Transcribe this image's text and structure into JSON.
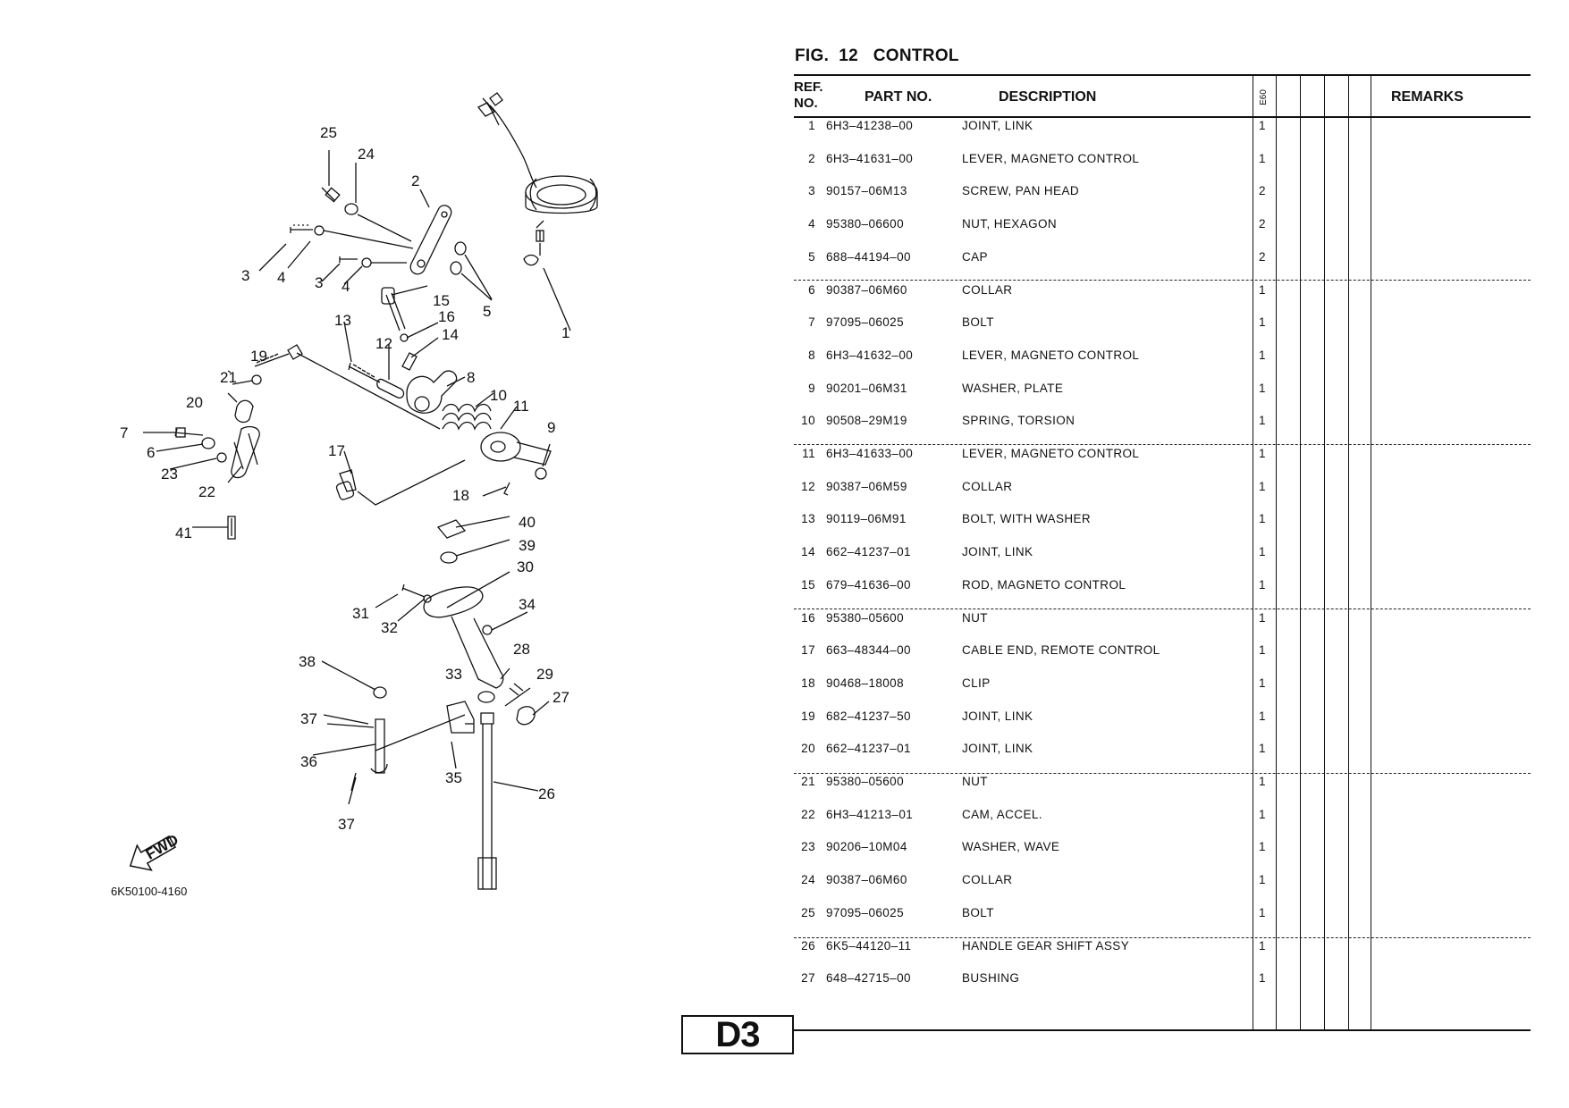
{
  "figure": {
    "label": "FIG.  12   CONTROL"
  },
  "table": {
    "headers": {
      "ref": "REF.\nNO.",
      "part_no": "PART NO.",
      "description": "DESCRIPTION",
      "model_col": "E60",
      "remarks": "REMARKS"
    },
    "rows": [
      {
        "ref": "1",
        "part_no": "6H3–41238–00",
        "description": "JOINT, LINK",
        "qty": "1"
      },
      {
        "ref": "2",
        "part_no": "6H3–41631–00",
        "description": "LEVER, MAGNETO CONTROL",
        "qty": "1"
      },
      {
        "ref": "3",
        "part_no": "90157–06M13",
        "description": "SCREW, PAN HEAD",
        "qty": "2"
      },
      {
        "ref": "4",
        "part_no": "95380–06600",
        "description": "NUT, HEXAGON",
        "qty": "2"
      },
      {
        "ref": "5",
        "part_no": "688–44194–00",
        "description": "CAP",
        "qty": "2"
      },
      {
        "ref": "6",
        "part_no": "90387–06M60",
        "description": "COLLAR",
        "qty": "1"
      },
      {
        "ref": "7",
        "part_no": "97095–06025",
        "description": "BOLT",
        "qty": "1"
      },
      {
        "ref": "8",
        "part_no": "6H3–41632–00",
        "description": "LEVER, MAGNETO CONTROL",
        "qty": "1"
      },
      {
        "ref": "9",
        "part_no": "90201–06M31",
        "description": "WASHER, PLATE",
        "qty": "1"
      },
      {
        "ref": "10",
        "part_no": "90508–29M19",
        "description": "SPRING, TORSION",
        "qty": "1"
      },
      {
        "ref": "11",
        "part_no": "6H3–41633–00",
        "description": "LEVER, MAGNETO CONTROL",
        "qty": "1"
      },
      {
        "ref": "12",
        "part_no": "90387–06M59",
        "description": "COLLAR",
        "qty": "1"
      },
      {
        "ref": "13",
        "part_no": "90119–06M91",
        "description": "BOLT, WITH WASHER",
        "qty": "1"
      },
      {
        "ref": "14",
        "part_no": "662–41237–01",
        "description": "JOINT, LINK",
        "qty": "1"
      },
      {
        "ref": "15",
        "part_no": "679–41636–00",
        "description": "ROD, MAGNETO CONTROL",
        "qty": "1"
      },
      {
        "ref": "16",
        "part_no": "95380–05600",
        "description": "NUT",
        "qty": "1"
      },
      {
        "ref": "17",
        "part_no": "663–48344–00",
        "description": "CABLE END, REMOTE CONTROL",
        "qty": "1"
      },
      {
        "ref": "18",
        "part_no": "90468–18008",
        "description": "CLIP",
        "qty": "1"
      },
      {
        "ref": "19",
        "part_no": "682–41237–50",
        "description": "JOINT, LINK",
        "qty": "1"
      },
      {
        "ref": "20",
        "part_no": "662–41237–01",
        "description": "JOINT, LINK",
        "qty": "1"
      },
      {
        "ref": "21",
        "part_no": "95380–05600",
        "description": "NUT",
        "qty": "1"
      },
      {
        "ref": "22",
        "part_no": "6H3–41213–01",
        "description": "CAM, ACCEL.",
        "qty": "1"
      },
      {
        "ref": "23",
        "part_no": "90206–10M04",
        "description": "WASHER, WAVE",
        "qty": "1"
      },
      {
        "ref": "24",
        "part_no": "90387–06M60",
        "description": "COLLAR",
        "qty": "1"
      },
      {
        "ref": "25",
        "part_no": "97095–06025",
        "description": "BOLT",
        "qty": "1"
      },
      {
        "ref": "26",
        "part_no": "6K5–44120–11",
        "description": "HANDLE GEAR SHIFT ASSY",
        "qty": "1"
      },
      {
        "ref": "27",
        "part_no": "648–42715–00",
        "description": "BUSHING",
        "qty": "1"
      }
    ]
  },
  "diagram": {
    "callouts": [
      "1",
      "2",
      "3",
      "4",
      "3",
      "4",
      "5",
      "6",
      "7",
      "8",
      "9",
      "10",
      "11",
      "12",
      "13",
      "14",
      "15",
      "16",
      "17",
      "18",
      "19",
      "20",
      "21",
      "22",
      "23",
      "24",
      "25",
      "26",
      "27",
      "28",
      "29",
      "30",
      "31",
      "32",
      "33",
      "34",
      "35",
      "36",
      "37",
      "37",
      "38",
      "39",
      "40",
      "41"
    ],
    "code": "6K50100-4160",
    "fwd_label": "FWD"
  },
  "page_badge": "D3"
}
